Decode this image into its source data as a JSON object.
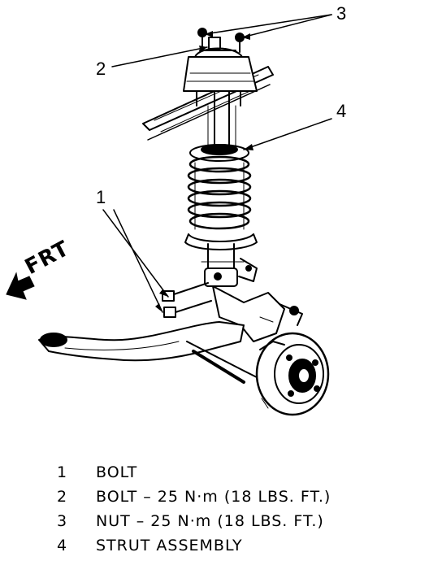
{
  "callouts": [
    {
      "number": "1",
      "part": "BOLT"
    },
    {
      "number": "2",
      "part": "BOLT – 25 N·m (18 LBS. FT.)"
    },
    {
      "number": "3",
      "part": "NUT – 25 N·m (18 LBS. FT.)"
    },
    {
      "number": "4",
      "part": "STRUT ASSEMBLY"
    }
  ],
  "direction_label": "FRT",
  "legend": [
    {
      "number": "1",
      "text": "BOLT"
    },
    {
      "number": "2",
      "text": "BOLT – 25 N·m (18 LBS. FT.)"
    },
    {
      "number": "3",
      "text": "NUT – 25 N·m (18 LBS. FT.)"
    },
    {
      "number": "4",
      "text": "STRUT ASSEMBLY"
    }
  ]
}
